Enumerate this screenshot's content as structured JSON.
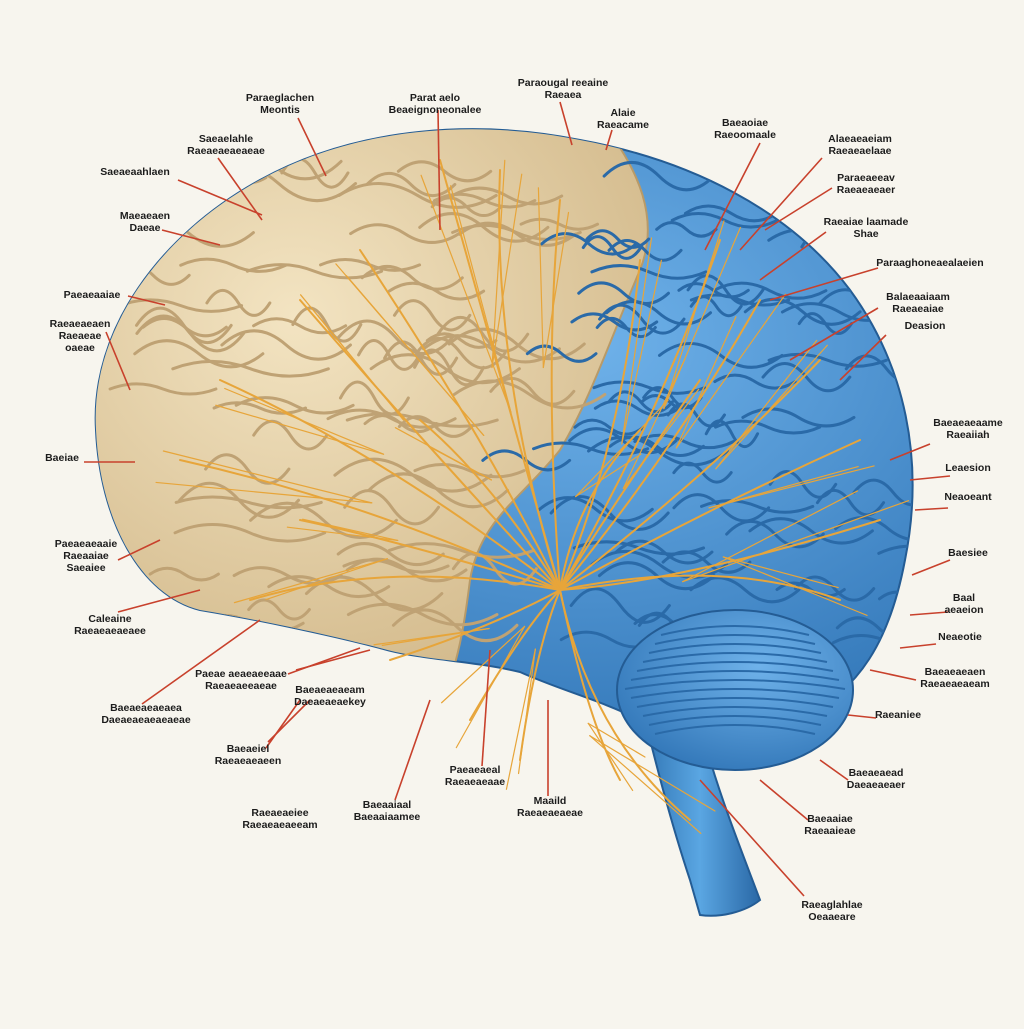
{
  "diagram": {
    "colors": {
      "background": "#f7f5ee",
      "cerebrum_tan": "#e8d5ad",
      "cerebrum_tan_shadow": "#c9b084",
      "region_blue": "#4f97d6",
      "region_blue_shadow": "#2f6fae",
      "nerve_orange": "#e7a53a",
      "leader_red": "#c8412c"
    },
    "labels": [
      {
        "lines": [
          "Paraeglachen",
          "Meontis"
        ]
      },
      {
        "lines": [
          "Parat aelo",
          "Beaeignoneonalee"
        ]
      },
      {
        "lines": [
          "Paraougal reeaine",
          "Raeaea"
        ]
      },
      {
        "lines": [
          "Alaie",
          "Raeacame"
        ]
      },
      {
        "lines": [
          "Baeaoiae",
          "Raeoomaale"
        ]
      },
      {
        "lines": [
          "Alaeaeaeiam",
          "Raeaeaelaae"
        ]
      },
      {
        "lines": [
          "Paraeaeeav",
          "Raeaeaeaer"
        ]
      },
      {
        "lines": [
          "Raeaiae laamade",
          "Shae"
        ]
      },
      {
        "lines": [
          "Paraaghoneaealaeien"
        ]
      },
      {
        "lines": [
          "Balaeaaiaam",
          "Raeaeaiae"
        ]
      },
      {
        "lines": [
          "Deasion"
        ]
      },
      {
        "lines": [
          "Baeaeaeaame",
          "Raeaiiah"
        ]
      },
      {
        "lines": [
          "Leaesion"
        ]
      },
      {
        "lines": [
          "Neaoeant"
        ]
      },
      {
        "lines": [
          "Baesiee"
        ]
      },
      {
        "lines": [
          "Baal",
          "aeaeion"
        ]
      },
      {
        "lines": [
          "Neaeotie"
        ]
      },
      {
        "lines": [
          "Baeaeaeaen",
          "Raeaeaeaeam"
        ]
      },
      {
        "lines": [
          "Raeaniee"
        ]
      },
      {
        "lines": [
          "Baeaeaead",
          "Daeaeaeaer"
        ]
      },
      {
        "lines": [
          "Baeaaiae",
          "Raeaaieae"
        ]
      },
      {
        "lines": [
          "Raeaglahlae",
          "Oeaaeare"
        ]
      },
      {
        "lines": [
          "Maaild",
          "Raeaeaeaeae"
        ]
      },
      {
        "lines": [
          "Paeaeaeal",
          "Raeaeaeaae"
        ]
      },
      {
        "lines": [
          "Baeaaiaal",
          "Baeaaiaamee"
        ]
      },
      {
        "lines": [
          "Raeaeaeiee",
          "Raeaeaeaeeam"
        ]
      },
      {
        "lines": [
          "Baeaeiel",
          "Raeaeaeaeen"
        ]
      },
      {
        "lines": [
          "Baeaeaeaeam",
          "Daeaeaeaekey"
        ]
      },
      {
        "lines": [
          "Paeae aeaeaeeaae",
          "Raeaeaeeaeae"
        ]
      },
      {
        "lines": [
          "Baeaeaeaeaea",
          "Daeaeaeaeaeaeae"
        ]
      },
      {
        "lines": [
          "Caleaine",
          "Raeaeaeaeaee"
        ]
      },
      {
        "lines": [
          "Paeaeaeaaie",
          "Raeaaiae",
          "Saeaiee"
        ]
      },
      {
        "lines": [
          "Baeiae"
        ]
      },
      {
        "lines": [
          "Raeaeaeaen",
          "Raeaeae",
          "oaeae"
        ]
      },
      {
        "lines": [
          "Paeaeaaiae"
        ]
      },
      {
        "lines": [
          "Maeaeaen",
          "Daeae"
        ]
      },
      {
        "lines": [
          "Saeaeaahlaen"
        ]
      },
      {
        "lines": [
          "Saeaelahle",
          "Raeaeaeaeaeae"
        ]
      }
    ]
  }
}
